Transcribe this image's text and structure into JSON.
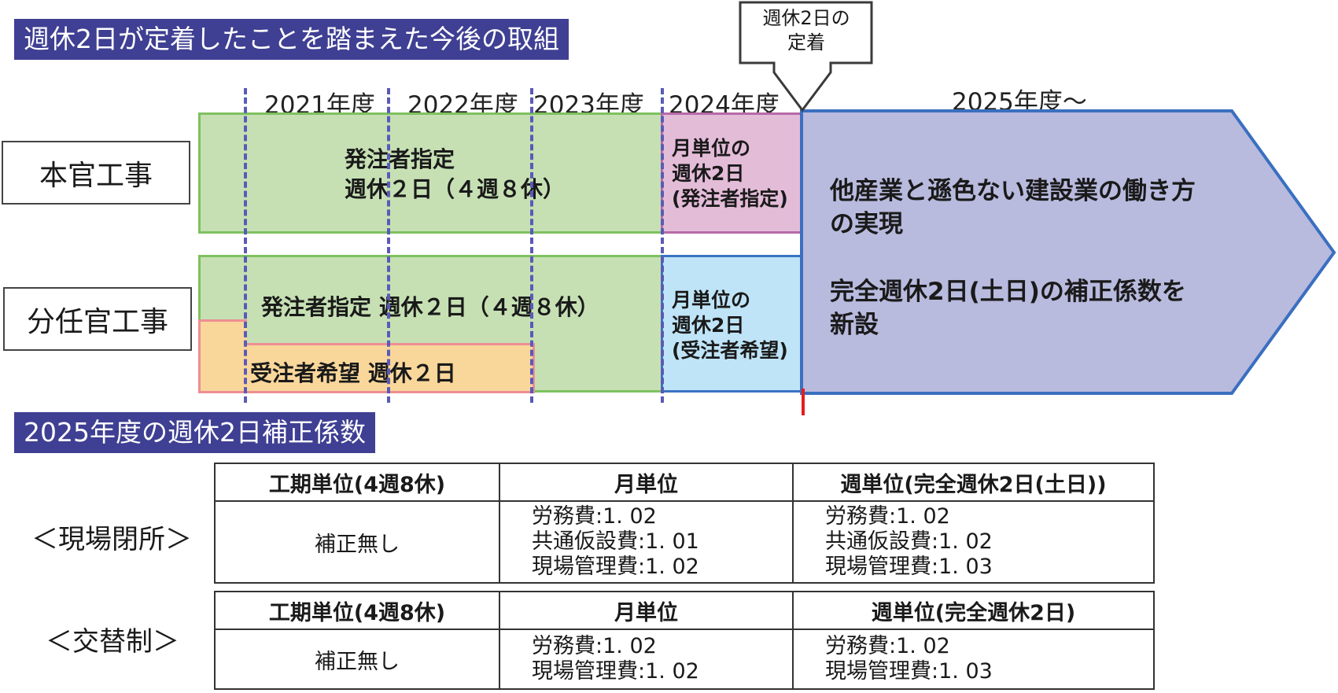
{
  "title": "週休2日が定着したことを踏まえた今後の取組",
  "callout": {
    "line1": "週休2日の",
    "line2": "定着"
  },
  "years": [
    "2021年度",
    "2022年度",
    "2023年度",
    "2024年度",
    "2025年度～"
  ],
  "rows": {
    "honkan": {
      "label": "本官工事",
      "main_line1": "発注者指定",
      "main_line2": "週休２日（４週８休）",
      "monthly": [
        "月単位の",
        "週休2日",
        "(発注者指定)"
      ]
    },
    "bunnin": {
      "label": "分任官工事",
      "main": "発注者指定 週休２日（４週８休）",
      "sub": "受注者希望 週休２日",
      "monthly": [
        "月単位の",
        "週休2日",
        "(受注者希望)"
      ]
    }
  },
  "arrow": {
    "line1": "他産業と遜色ない建設業の働き方",
    "line2": "の実現",
    "line3": "完全週休2日(土日)の補正係数を",
    "line4": "新設"
  },
  "section2_title": "2025年度の週休2日補正係数",
  "table1": {
    "label": "＜現場閉所＞",
    "headers": [
      "工期単位(4週8休)",
      "月単位",
      "週単位(完全週休2日(土日))"
    ],
    "col1": "補正無し",
    "col2": [
      "労務費:1. 02",
      "共通仮設費:1. 01",
      "現場管理費:1. 02"
    ],
    "col3": [
      "労務費:1. 02",
      "共通仮設費:1. 02",
      "現場管理費:1. 03"
    ]
  },
  "table2": {
    "label": "＜交替制＞",
    "headers": [
      "工期単位(4週8休)",
      "月単位",
      "週単位(完全週休2日)"
    ],
    "col1": "補正無し",
    "col2": [
      "労務費:1. 02",
      "現場管理費:1. 02"
    ],
    "col3": [
      "労務費:1. 02",
      "現場管理費:1. 03"
    ]
  },
  "colors": {
    "banner": "#3f3f93",
    "green_fill": "#c6e0b4",
    "green_border": "#7ec15f",
    "pink_fill": "#e3bcd8",
    "pink_border": "#b76aa8",
    "blue_fill": "#bfe4f7",
    "blue_border": "#3a73c2",
    "orange_fill": "#f9d79b",
    "orange_border": "#ee8e93",
    "arrow_fill": "#b8bade",
    "arrow_border": "#3a6fc0",
    "red_line": "#e41d1d"
  }
}
